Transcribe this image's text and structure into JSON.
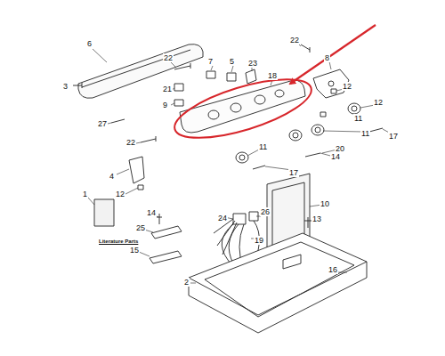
{
  "diagram": {
    "labels": [
      "6",
      "3",
      "22",
      "7",
      "5",
      "23",
      "22",
      "8",
      "18",
      "21",
      "9",
      "27",
      "12",
      "22",
      "11",
      "12",
      "11",
      "4",
      "20",
      "17",
      "12",
      "11",
      "14",
      "17",
      "1",
      "Literature Parts",
      "14",
      "24",
      "26",
      "10",
      "13",
      "25",
      "19",
      "15",
      "2",
      "16"
    ]
  }
}
